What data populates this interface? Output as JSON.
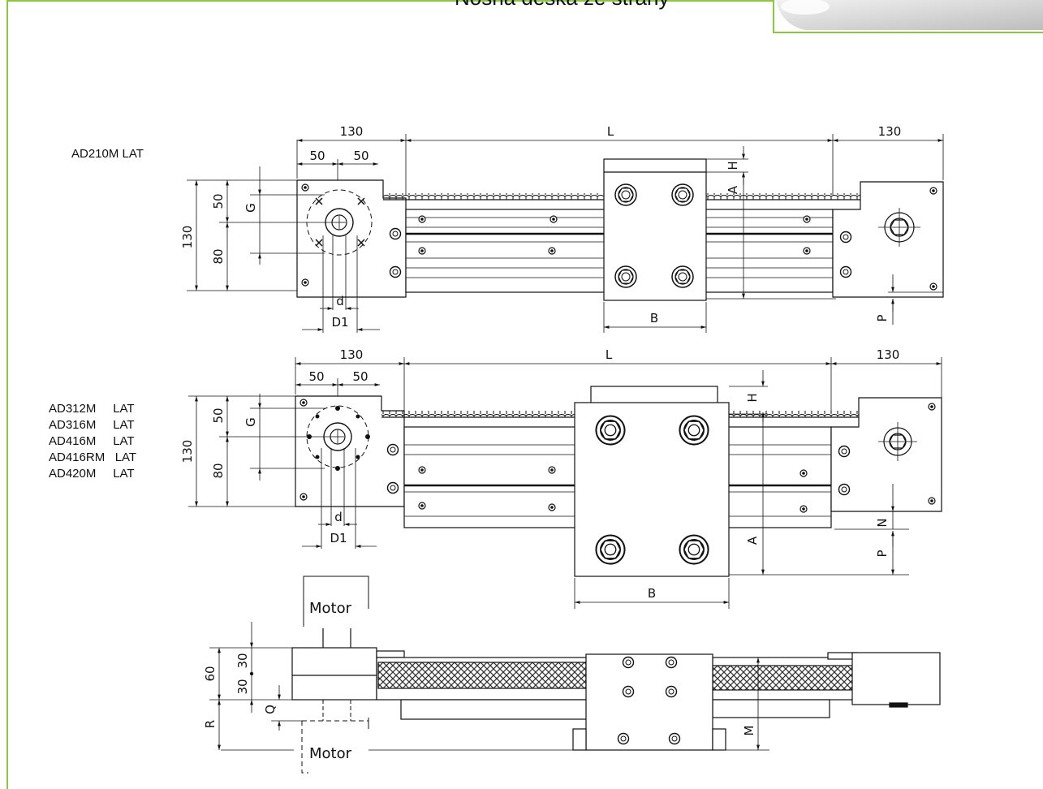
{
  "header": {
    "title": "Nosná deska ze strany"
  },
  "drawing_1": {
    "model": "AD210M LAT",
    "dim_end_length_left": "130",
    "dim_stroke": "L",
    "dim_end_length_right": "130",
    "dim_half_a": "50",
    "dim_half_b": "50",
    "dim_height_total": "130",
    "dim_upper": "50",
    "dim_lower": "80",
    "dim_g": "G",
    "dim_d": "d",
    "dim_d1": "D1",
    "dim_h": "H",
    "dim_a": "A",
    "dim_b": "B",
    "dim_p": "P"
  },
  "drawing_2": {
    "models": [
      "AD312M     LAT",
      "AD316M     LAT",
      "AD416M     LAT",
      "AD416RM   LAT",
      "AD420M     LAT"
    ],
    "dim_end_length_left": "130",
    "dim_stroke": "L",
    "dim_end_length_right": "130",
    "dim_half_a": "50",
    "dim_half_b": "50",
    "dim_height_total": "130",
    "dim_upper": "50",
    "dim_lower": "80",
    "dim_g": "G",
    "dim_d": "d",
    "dim_d1": "D1",
    "dim_h": "H",
    "dim_n": "N",
    "dim_a": "A",
    "dim_b": "B",
    "dim_p": "P"
  },
  "drawing_3": {
    "motor_top": "Motor",
    "motor_bottom": "Motor",
    "dim_total": "60",
    "dim_upper": "30",
    "dim_lower": "30",
    "dim_q": "Q",
    "dim_r": "R",
    "dim_m": "M"
  },
  "colors": {
    "frame": "#8dc63f",
    "ink": "#111111",
    "belt": "#555555"
  }
}
